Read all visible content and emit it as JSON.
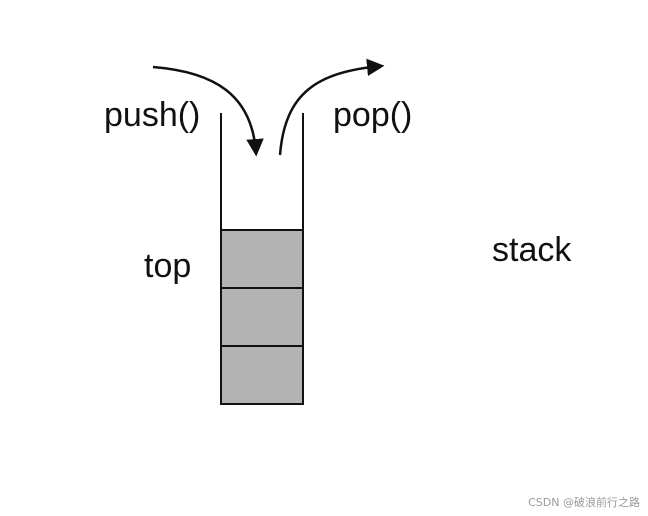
{
  "labels": {
    "push": "push()",
    "pop": "pop()",
    "top": "top",
    "stack": "stack"
  },
  "stack": {
    "element_count": 3,
    "fill_color": "#b3b3b3",
    "line_color": "#111111"
  },
  "watermark": "CSDN @破浪前行之路"
}
